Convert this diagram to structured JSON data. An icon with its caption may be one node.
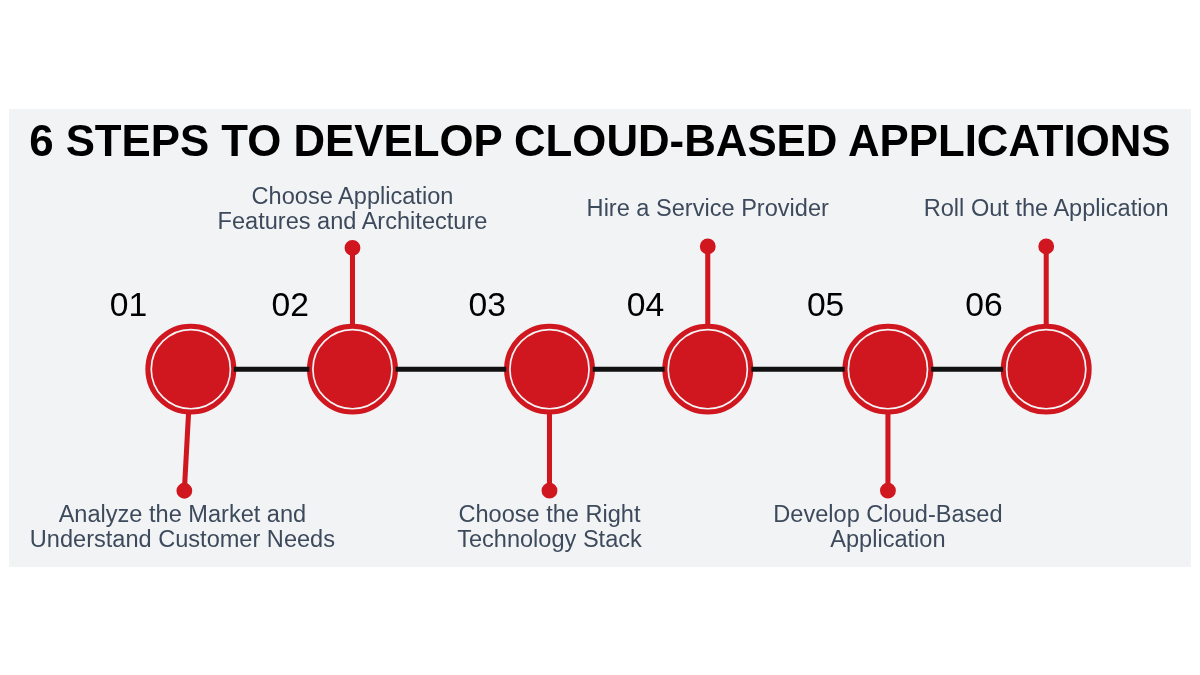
{
  "diagram": {
    "title": "6 STEPS TO DEVELOP CLOUD-BASED APPLICATIONS",
    "nodes": [
      {
        "text": [],
        "shape": "circle",
        "beside": [
          "01"
        ]
      },
      {
        "text": [],
        "shape": "circle",
        "beside": [
          "02"
        ]
      },
      {
        "text": [],
        "shape": "circle",
        "beside": [
          "03"
        ]
      },
      {
        "text": [],
        "shape": "circle",
        "beside": [
          "04"
        ]
      },
      {
        "text": [],
        "shape": "circle",
        "beside": [
          "05"
        ]
      },
      {
        "text": [],
        "shape": "circle",
        "beside": [
          "06"
        ]
      },
      {
        "text": [
          "Analyze the Market and Understand Customer Needs"
        ]
      },
      {
        "text": [
          "Choose Application Features and Architecture"
        ]
      },
      {
        "text": [
          "Choose the Right Technology Stack"
        ]
      },
      {
        "text": [
          "Hire a Service Provider"
        ]
      },
      {
        "text": [
          "Develop Cloud-Based Application"
        ]
      },
      {
        "text": [
          "Roll Out the Application"
        ]
      }
    ],
    "edges": [
      {
        "from": 0,
        "to": 1,
        "arrow": "none",
        "color": "#111111"
      },
      {
        "from": 1,
        "to": 2,
        "arrow": "none",
        "color": "#111111"
      },
      {
        "from": 2,
        "to": 3,
        "arrow": "none",
        "color": "#111111"
      },
      {
        "from": 3,
        "to": 4,
        "arrow": "none",
        "color": "#111111"
      },
      {
        "from": 4,
        "to": 5,
        "arrow": "none",
        "color": "#111111"
      },
      {
        "from": 0,
        "to": 6,
        "arrow": "other"
      },
      {
        "from": 1,
        "to": 7,
        "arrow": "other"
      },
      {
        "from": 2,
        "to": 8,
        "arrow": "other"
      },
      {
        "from": 3,
        "to": 9,
        "arrow": "other"
      },
      {
        "from": 4,
        "to": 10,
        "arrow": "other"
      },
      {
        "from": 5,
        "to": 11,
        "arrow": "other"
      }
    ]
  }
}
